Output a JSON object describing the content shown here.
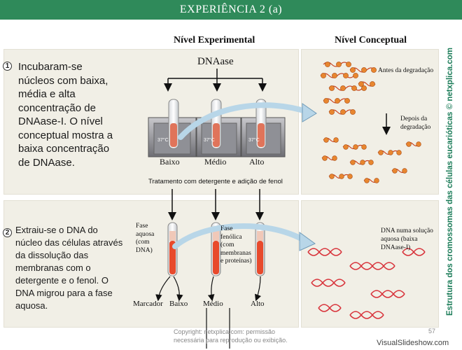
{
  "slide": {
    "title": "EXPERIÊNCIA 2 (a)",
    "side_credit": "Estrutura dos cromossomas das células eucarióticas © netxplica.com",
    "footer_copyright": "Copyright: netxplica.com: permissão",
    "footer_copyright_2": "necessária para reprodução ou exibição.",
    "page_number": "57",
    "brand": "VisualSlideshow.com"
  },
  "columns": {
    "experimental": "Nível Experimental",
    "conceptual": "Nível Conceptual"
  },
  "step1": {
    "number": "1",
    "text_lines": [
      "Incubaram-se",
      "núcleos com baixa,",
      "média e alta",
      "concentração de",
      "DNAase-I. O nível",
      "conceptual mostra a",
      "baixa concentração",
      "de DNAase."
    ],
    "enzyme_label": "DNAase",
    "temp": "37°C",
    "tube_labels": [
      "Baixo",
      "Médio",
      "Alto"
    ],
    "treatment": "Tratamento com detergente e adição de fenol",
    "before_label": "Antes da degradação",
    "after_label_1": "Depois da",
    "after_label_2": "degradação"
  },
  "step2": {
    "number": "2",
    "text_lines": [
      "Extraiu-se o DNA do",
      "núcleo das células através",
      "da dissolução das",
      "membranas com o",
      "detergente e o fenol. O",
      "DNA migrou para a fase",
      "aquosa."
    ],
    "aqueous_phase": [
      "Fase",
      "aquosa",
      "(com",
      "DNA)"
    ],
    "phenol_phase": [
      "Fase",
      "fenólica",
      "(com",
      "membranas",
      "e proteínas)"
    ],
    "solution_label": [
      "DNA numa solução",
      "aquosa (baixa",
      "DNAase-I)"
    ],
    "bottom_labels": [
      "Marcador",
      "Baixo",
      "Médio",
      "Alto"
    ]
  }
}
